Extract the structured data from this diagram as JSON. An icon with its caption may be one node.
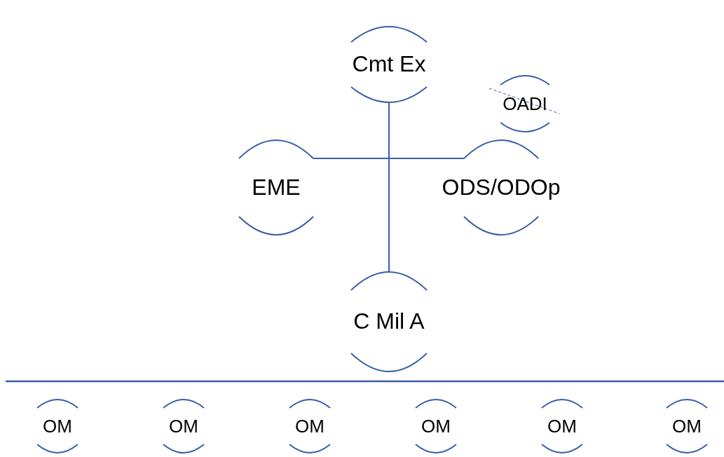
{
  "diagram": {
    "nodes": [
      {
        "text": [
          "Cmt Ex"
        ]
      },
      {
        "text": [
          "OADI"
        ]
      },
      {
        "text": [
          "EME"
        ]
      },
      {
        "text": [
          "ODS/ODOp"
        ]
      },
      {
        "text": [
          "C Mil A"
        ]
      },
      {
        "text": [
          "OM"
        ]
      },
      {
        "text": [
          "OM"
        ]
      },
      {
        "text": [
          "OM"
        ]
      },
      {
        "text": [
          "OM"
        ]
      },
      {
        "text": [
          "OM"
        ]
      },
      {
        "text": [
          "OM"
        ]
      }
    ],
    "edges": [
      {
        "from": 0,
        "to": 4,
        "arrow": "none"
      },
      {
        "from": 2,
        "to": 3,
        "arrow": "none"
      }
    ]
  }
}
